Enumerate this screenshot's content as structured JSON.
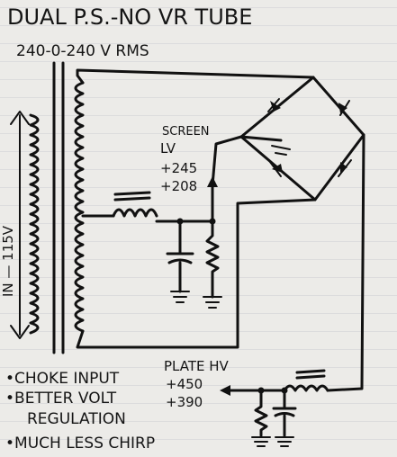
{
  "title": "DUAL P.S.-NO VR TUBE",
  "transformer_rating": "240-0-240 V RMS",
  "primary_label": "IN — 115V",
  "screen_block": {
    "line1": "SCREEN",
    "line2": "LV",
    "line3": "+245",
    "line4": "+208"
  },
  "plate_block": {
    "line1": "PLATE HV",
    "line2": "+450",
    "line3": "+390"
  },
  "notes": [
    "•CHOKE INPUT",
    "•BETTER VOLT",
    "REGULATION",
    "•MUCH LESS CHIRP"
  ]
}
